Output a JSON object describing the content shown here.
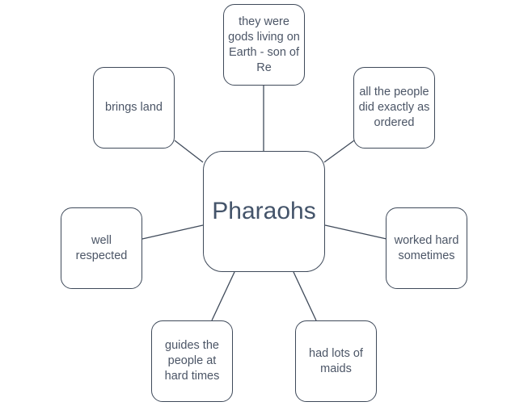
{
  "diagram": {
    "center": "Pharaohs",
    "nodes": {
      "top": "they were gods living on Earth - son of Re",
      "top_right": "all the people did exactly as ordered",
      "top_left": "brings land",
      "left": "well respected",
      "right": "worked hard sometimes",
      "bottom_left": "guides the people at hard times",
      "bottom_right": "had lots of maids"
    }
  }
}
